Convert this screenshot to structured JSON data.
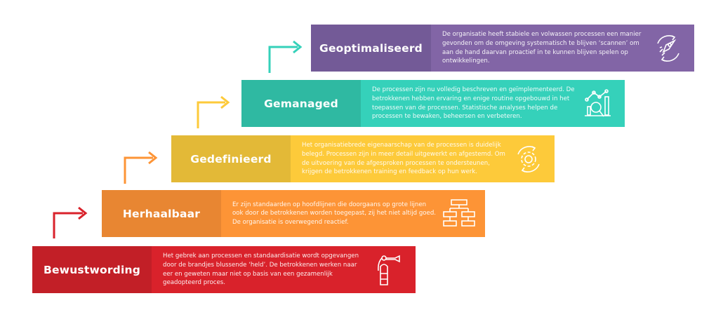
{
  "levels": [
    {
      "title": "Bewustwording",
      "description": "Het gebrek aan processen en standaardisatie wordt opgevangen door de brandjes blussende ‘held’. De betrokkenen werken naar eer en geweten maar niet op basis van een gezamenlijk geadopteerd proces.",
      "icon": "fire-extinguisher-icon",
      "label_color": "#c21f27",
      "body_color": "#d9222b"
    },
    {
      "title": "Herhaalbaar",
      "description": "Er zijn standaarden op hoofdlijnen die doorgaans op grote lijnen ook door de betrokkenen worden toegepast, zij het niet altijd goed. De organisatie is overwegend reactief.",
      "icon": "hierarchy-icon",
      "label_color": "#e88632",
      "body_color": "#fd9436"
    },
    {
      "title": "Gedefinieerd",
      "description": "Het organisatiebrede eigenaarschap van de processen is duidelijk belegd. Processen zijn in meer detail uitgewerkt en afgestemd. Om de uitvoering van de afgesproken processen te ondersteunen, krijgen de betrokkenen training en feedback op hun werk.",
      "icon": "gear-cycle-icon",
      "label_color": "#e3b937",
      "body_color": "#fdca3a"
    },
    {
      "title": "Gemanaged",
      "description": "De processen zijn nu volledig beschreven en geïmplementeerd. De betrokkenen hebben ervaring en enige routine opgebouwd in het toepassen van de processen. Statistische analyses helpen de processen te bewaken, beheersen en verbeteren.",
      "icon": "analytics-icon",
      "label_color": "#2fb9a2",
      "body_color": "#35d1ba"
    },
    {
      "title": "Geoptimaliseerd",
      "description": "De organisatie heeft stabiele en volwassen processen een manier gevonden om de omgeving systematisch te blijven ‘scannen’ om aan de hand daarvan proactief in te kunnen blijven spelen op ontwikkelingen.",
      "icon": "rocket-cycle-icon",
      "label_color": "#735a97",
      "body_color": "#8265a6"
    }
  ]
}
